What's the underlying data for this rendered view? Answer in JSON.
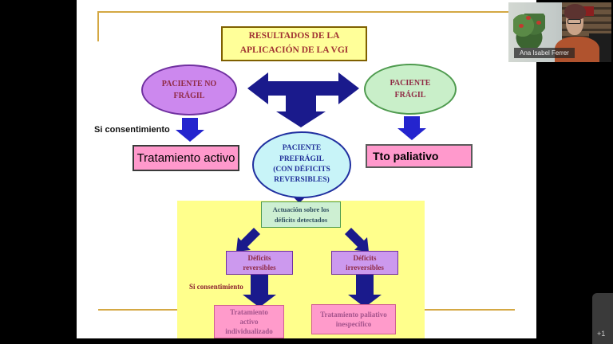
{
  "colors": {
    "navy_arrow": "#1A1A8C",
    "blue_arrow": "#2424CE",
    "gold_frame": "#D4A843",
    "title_yellow": "#FFFF99",
    "panel_yellow": "#FFFF8C",
    "pink": "#FF99CC",
    "purple_node": "#CC88EE",
    "green_node": "#C9EFC9",
    "cyan_node": "#C8F4F8"
  },
  "diagram": {
    "title": "RESULTADOS DE LA\nAPLICACIÓN DE LA VGI",
    "no_fragil": "PACIENTE NO\nFRÁGIL",
    "fragil": "PACIENTE\nFRÁGIL",
    "prefragil": "PACIENTE\nPREFRÁGIL\n(CON DÉFICITS\nREVERSIBLES)",
    "si_consentimiento_top": "Si consentimiento",
    "tratamiento_activo": "Tratamiento activo",
    "tto_paliativo": "Tto paliativo",
    "actuacion": "Actuación sobre los\ndéficits detectados",
    "deficits_reversibles": "Déficits\nreversibles",
    "deficits_irreversibles": "Déficits\nirreversibles",
    "si_consentimiento_bottom": "Si consentimiento",
    "tratamiento_activo_individualizado": "Tratamiento\nactivo\nindividualizado",
    "tratamiento_paliativo_inespecifico": "Tratamiento paliativo\ninespecífico"
  },
  "webcam": {
    "name": "Ana Isabel Ferrer"
  },
  "participants": {
    "overflow_label": "+1"
  }
}
